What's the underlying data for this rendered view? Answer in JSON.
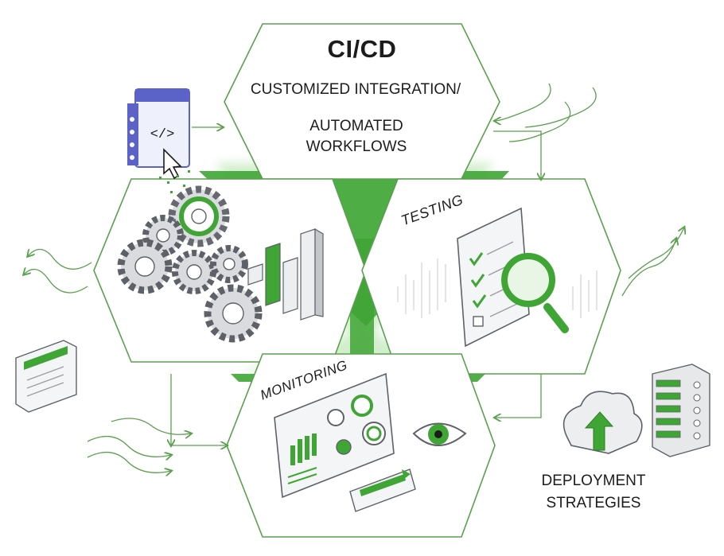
{
  "title": "CI/CD",
  "integration": {
    "line1": "CUSTOMIZED INTEGRATION/",
    "line2": "AUTOMATED",
    "line3": "WORKFLOWS"
  },
  "testing_label": "TESTING",
  "monitoring_label": "MONITORING",
  "deployment": {
    "line1": "DEPLOYMENT",
    "line2": "STRATEGIES"
  },
  "code_symbol": "</>",
  "icons": [
    "code-window-icon",
    "cursor-icon",
    "gears-icon",
    "bar-chart-icon",
    "checklist-icon",
    "magnifier-icon",
    "dashboard-icon",
    "eye-icon",
    "cloud-upload-icon",
    "server-rack-icon",
    "document-icon",
    "arrows-icon"
  ],
  "colors": {
    "accent_green": "#3fa535",
    "light_green": "#8fd17f",
    "outline": "#5aa04e",
    "gray": "#d4d6da",
    "dark_gray": "#6b6f75",
    "blue": "#5b63c9"
  }
}
